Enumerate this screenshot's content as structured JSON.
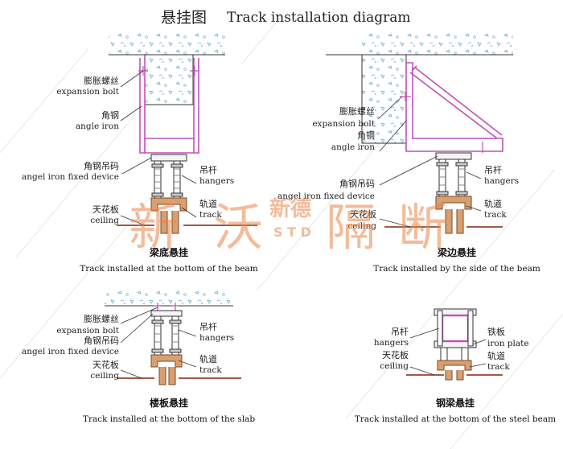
{
  "title": {
    "cn": "悬挂图",
    "en": "Track installation diagram"
  },
  "watermark": {
    "chars": [
      "新",
      "沃",
      "隔",
      "断"
    ],
    "brand_cn": "新德",
    "brand_en": "S T D"
  },
  "labels": {
    "expansion_bolt": {
      "cn": "膨胀螺丝",
      "en": "expansion bolt"
    },
    "angle_iron": {
      "cn": "角钢",
      "en": "angle iron"
    },
    "angle_iron_fixed_device_a": {
      "cn": "角钢吊码",
      "en": "angel iron fixed device"
    },
    "angle_iron_fixed_device_b": {
      "cn": "角钢吊码",
      "en": "angel iron fixed device"
    },
    "hangers": {
      "cn": "吊杆",
      "en": "hangers"
    },
    "track": {
      "cn": "轨道",
      "en": "track"
    },
    "ceiling": {
      "cn": "天花板",
      "en": "ceiling"
    },
    "iron_plate": {
      "cn": "铁板",
      "en": "iron plate"
    }
  },
  "captions": {
    "beam_bottom": {
      "cn": "梁底悬挂",
      "en": "Track installed at the bottom of the beam"
    },
    "beam_side": {
      "cn": "梁边悬挂",
      "en": "Track installed by the side of the beam"
    },
    "slab_bottom": {
      "cn": "楼板悬挂",
      "en": "Track installed at the bottom of the slab"
    },
    "steel_beam": {
      "cn": "钢梁悬挂",
      "en": "Track installed at the bottom of the steel beam"
    }
  },
  "colors": {
    "line": "#333333",
    "angle_iron": "#c050b8",
    "ceiling": "#a05a4a",
    "track": "#b07040",
    "watermark": "#e9874a"
  }
}
